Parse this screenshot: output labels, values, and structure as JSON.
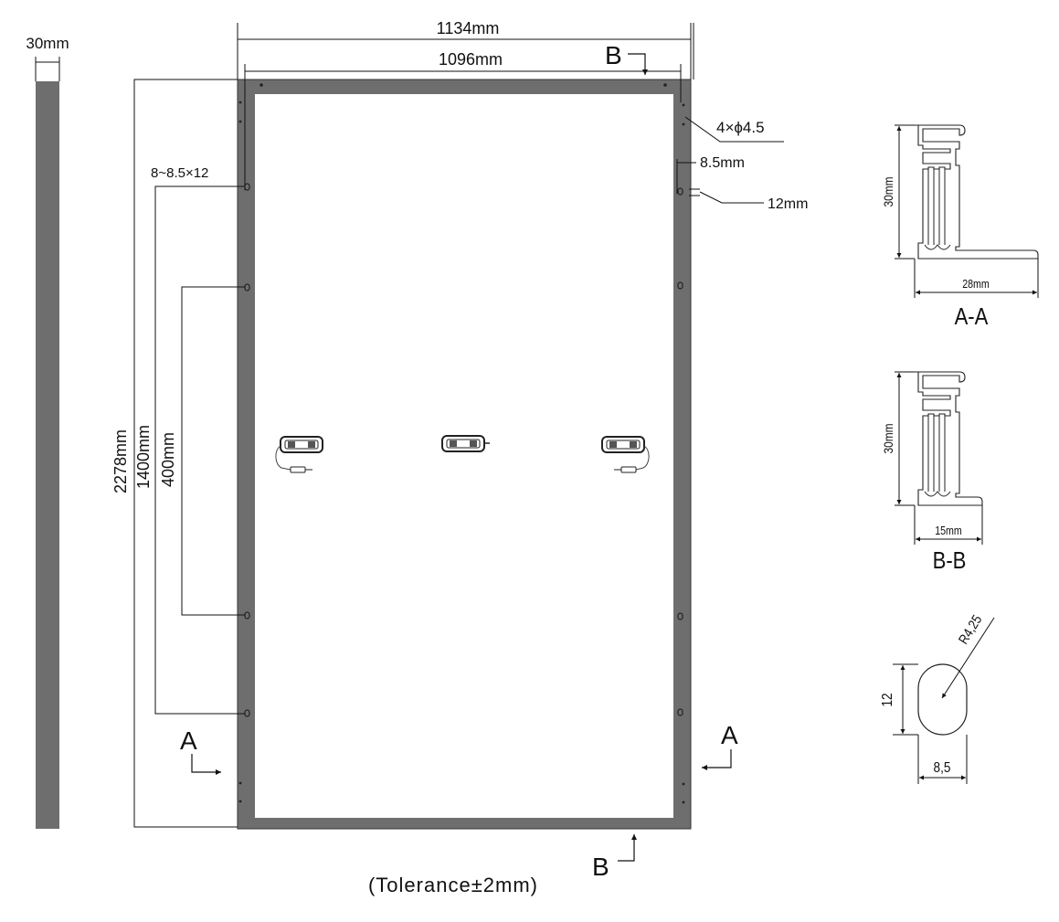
{
  "dimensions": {
    "frame_thickness": "30mm",
    "overall_width": "1134mm",
    "inner_width": "1096mm",
    "overall_length": "2278mm",
    "mount_spacing_outer": "1400mm",
    "mount_spacing_inner": "400mm",
    "mount_hole_spec": "8~8.5×12",
    "ground_hole_spec": "4×ϕ4.5",
    "slot_width": "8.5mm",
    "slot_length": "12mm",
    "tolerance": "(Tolerance±2mm)"
  },
  "sections": {
    "a_a": {
      "title": "A-A",
      "height": "30mm",
      "width": "28mm"
    },
    "b_b": {
      "title": "B-B",
      "height": "30mm",
      "width": "15mm"
    }
  },
  "section_markers": {
    "a": "A",
    "b": "B"
  },
  "slot_detail": {
    "radius": "R4,25",
    "height": "12",
    "width": "8,5"
  },
  "colors": {
    "frame": "#6e6e6e",
    "line": "#111111"
  }
}
